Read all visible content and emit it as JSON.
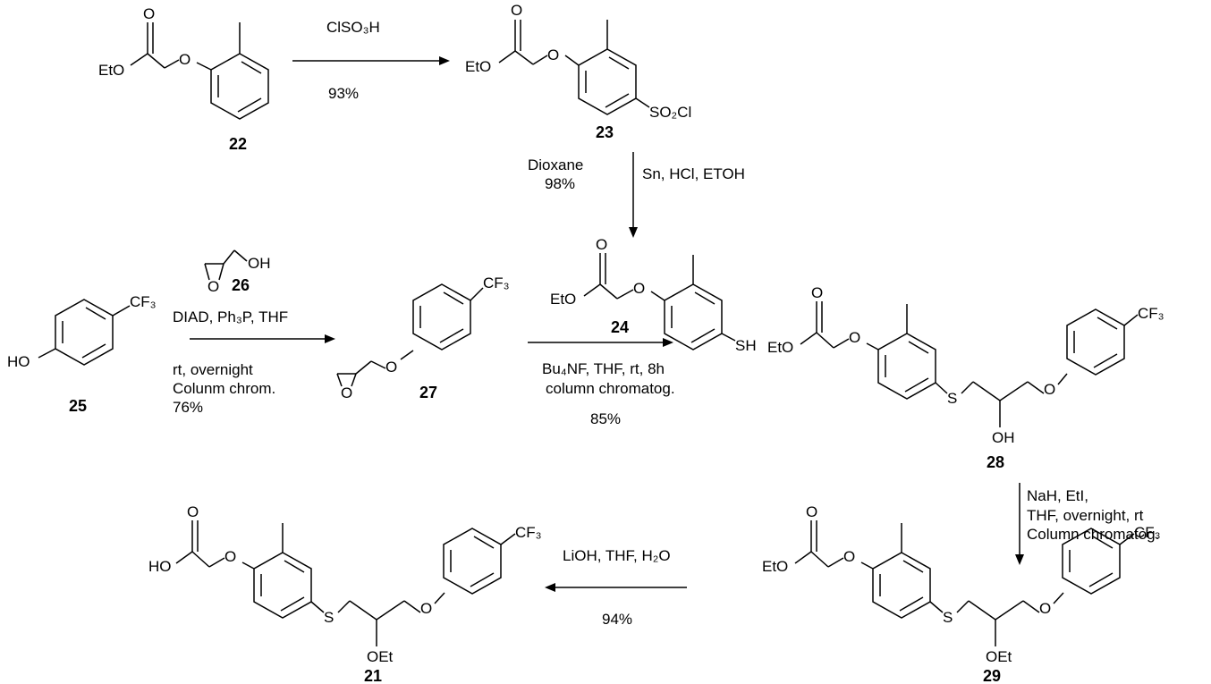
{
  "compounds": {
    "c22": {
      "number": "22",
      "labels": {
        "ester_o": "O",
        "eto": "EtO",
        "ether_o": "O"
      }
    },
    "c23": {
      "number": "23",
      "labels": {
        "ester_o": "O",
        "eto": "EtO",
        "ether_o": "O",
        "so2cl": "SO₂Cl"
      }
    },
    "c24": {
      "number": "24",
      "labels": {
        "ester_o": "O",
        "eto": "EtO",
        "ether_o": "O",
        "sh": "SH"
      }
    },
    "c25": {
      "number": "25",
      "labels": {
        "ho": "HO",
        "cf3": "CF₃"
      }
    },
    "c26": {
      "number": "26",
      "labels": {
        "oh": "OH",
        "epox_o": "O"
      }
    },
    "c27": {
      "number": "27",
      "labels": {
        "epox_o": "O",
        "ether_o": "O",
        "cf3": "CF₃"
      }
    },
    "c28": {
      "number": "28",
      "labels": {
        "ester_o": "O",
        "eto": "EtO",
        "ether_o": "O",
        "s": "S",
        "oh": "OH",
        "o2": "O",
        "cf3": "CF₃"
      }
    },
    "c29": {
      "number": "29",
      "labels": {
        "ester_o": "O",
        "eto": "EtO",
        "ether_o": "O",
        "s": "S",
        "oet": "OEt",
        "o2": "O",
        "cf3": "CF₃"
      }
    },
    "c21": {
      "number": "21",
      "labels": {
        "ester_o": "O",
        "ho": "HO",
        "ether_o": "O",
        "s": "S",
        "oet": "OEt",
        "o2": "O",
        "cf3": "CF₃"
      }
    }
  },
  "steps": {
    "step1": {
      "above": "ClSO₃H",
      "below": "93%"
    },
    "step2": {
      "left1": "Dioxane",
      "left2": "98%",
      "right": "Sn, HCl, ETOH"
    },
    "step3": {
      "above": "DIAD, Ph₃P,  THF",
      "below1": "rt, overnight",
      "below2": "Colunm chrom.",
      "below3": "76%"
    },
    "step4": {
      "below1": "Bu₄NF, THF, rt, 8h",
      "below2": "column chromatog.",
      "below3": "85%"
    },
    "step5": {
      "line1": "NaH, EtI,",
      "line2": "THF, overnight, rt",
      "line3": "Column chromatog."
    },
    "step6": {
      "above": "LiOH, THF,  H₂O",
      "below": "94%"
    }
  }
}
